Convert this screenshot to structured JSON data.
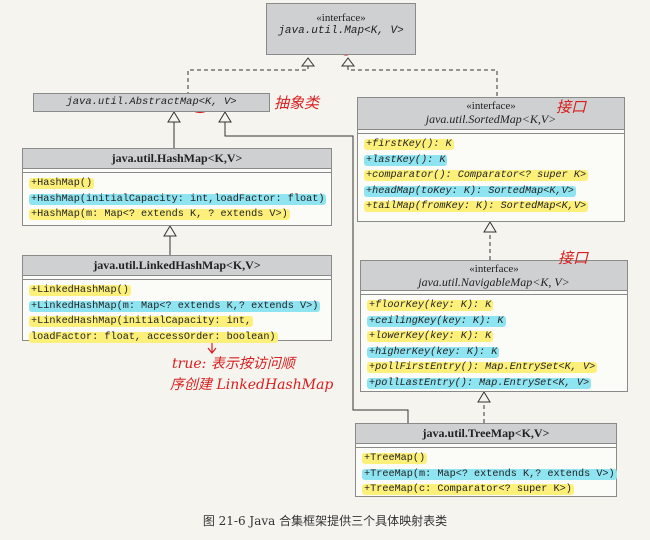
{
  "map_iface": {
    "stereotype": "«interface»",
    "name": "java.util.Map<K, V>"
  },
  "abstract_map": {
    "name": "java.util.AbstractMap<K, V>",
    "note": "抽象类"
  },
  "sorted_map": {
    "stereotype": "«interface»",
    "name": "java.util.SortedMap<K,V>",
    "note": "接口",
    "ops": [
      "+firstKey(): K",
      "+lastKey(): K",
      "+comparator(): Comparator<? super K>",
      "+headMap(toKey: K): SortedMap<K,V>",
      "+tailMap(fromKey: K): SortedMap<K,V>"
    ]
  },
  "hash_map": {
    "name": "java.util.HashMap<K,V>",
    "ops": [
      "+HashMap()",
      "+HashMap(initialCapacity: int,loadFactor: float)",
      "+HashMap(m: Map<? extends K, ? extends V>)"
    ]
  },
  "linked_hash_map": {
    "name": "java.util.LinkedHashMap<K,V>",
    "ops": [
      "+LinkedHashMap()",
      "+LinkedHashMap(m: Map<? extends K,? extends V>)",
      "+LinkedHashMap(initialCapacity: int,",
      " loadFactor: float, accessOrder: boolean)"
    ],
    "note_line1": "true: 表示按访问顺",
    "note_line2": "序创建 LinkedHashMap"
  },
  "navigable_map": {
    "stereotype": "«interface»",
    "name": "java.util.NavigableMap<K, V>",
    "note": "接口",
    "ops": [
      "+floorKey(key: K): K",
      "+ceilingKey(key: K): K",
      "+lowerKey(key: K): K",
      "+higherKey(key: K): K",
      "+pollFirstEntry(): Map.EntrySet<K, V>",
      "+pollLastEntry(): Map.EntrySet<K, V>"
    ]
  },
  "tree_map": {
    "name": "java.util.TreeMap<K,V>",
    "ops": [
      "+TreeMap()",
      "+TreeMap(m: Map<? extends K,? extends V>)",
      "+TreeMap(c: Comparator<? super K>)"
    ]
  },
  "caption": "图 21-6 Java 合集框架提供三个具体映射表类"
}
